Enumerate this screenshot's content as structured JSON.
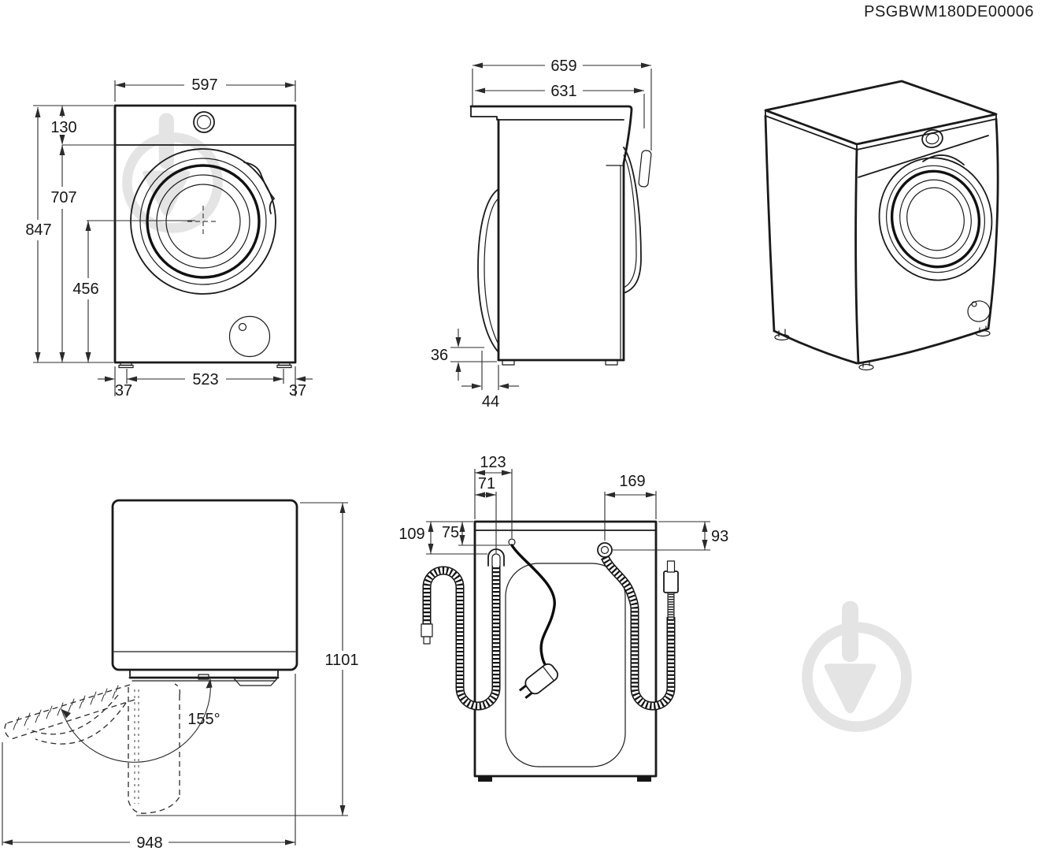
{
  "document": {
    "code": "PSGBWM180DE00006"
  },
  "colors": {
    "ink": "#1a1a1a",
    "watermark": "#e4e4e4"
  },
  "views": {
    "front": {
      "dims": {
        "width": "597",
        "control_panel_height": "130",
        "height_below_panel": "707",
        "total_height": "847",
        "door_center_to_floor": "456",
        "left_foot_inset": "37",
        "feet_spacing": "523",
        "right_foot_inset": "37"
      }
    },
    "side": {
      "dims": {
        "total_depth": "659",
        "cabinet_depth": "631",
        "rear_bottom_height": "36",
        "rear_bottom_depth": "44"
      }
    },
    "top_open_door": {
      "dims": {
        "depth_door_open": "1101",
        "door_opening_angle": "155°",
        "width_door_open": "948"
      }
    },
    "back": {
      "dims": {
        "power_cord_offset_x": "123",
        "drain_hose_offset_x": "71",
        "inlet_hose_offset_x": "169",
        "drain_hose_offset_y": "109",
        "power_cord_offset_y": "75",
        "inlet_hose_offset_y": "93"
      }
    }
  }
}
